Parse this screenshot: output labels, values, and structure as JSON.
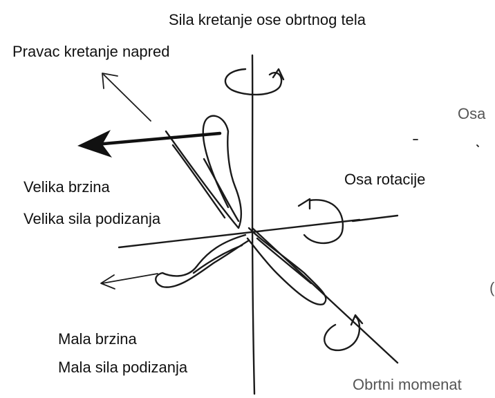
{
  "labels": {
    "axis_force": "Sila kretanje ose obrtnog tela",
    "forward_direction": "Pravac kretanje napred",
    "axis_right_cut": "Osa",
    "high_speed": "Velika brzina",
    "high_lift": "Velika sila podizanja",
    "rotation_axis": "Osa rotacije",
    "low_speed": "Mala brzina",
    "low_lift": "Mala sila podizanja",
    "torque": "Obrtni momenat",
    "edge_cut": "("
  }
}
